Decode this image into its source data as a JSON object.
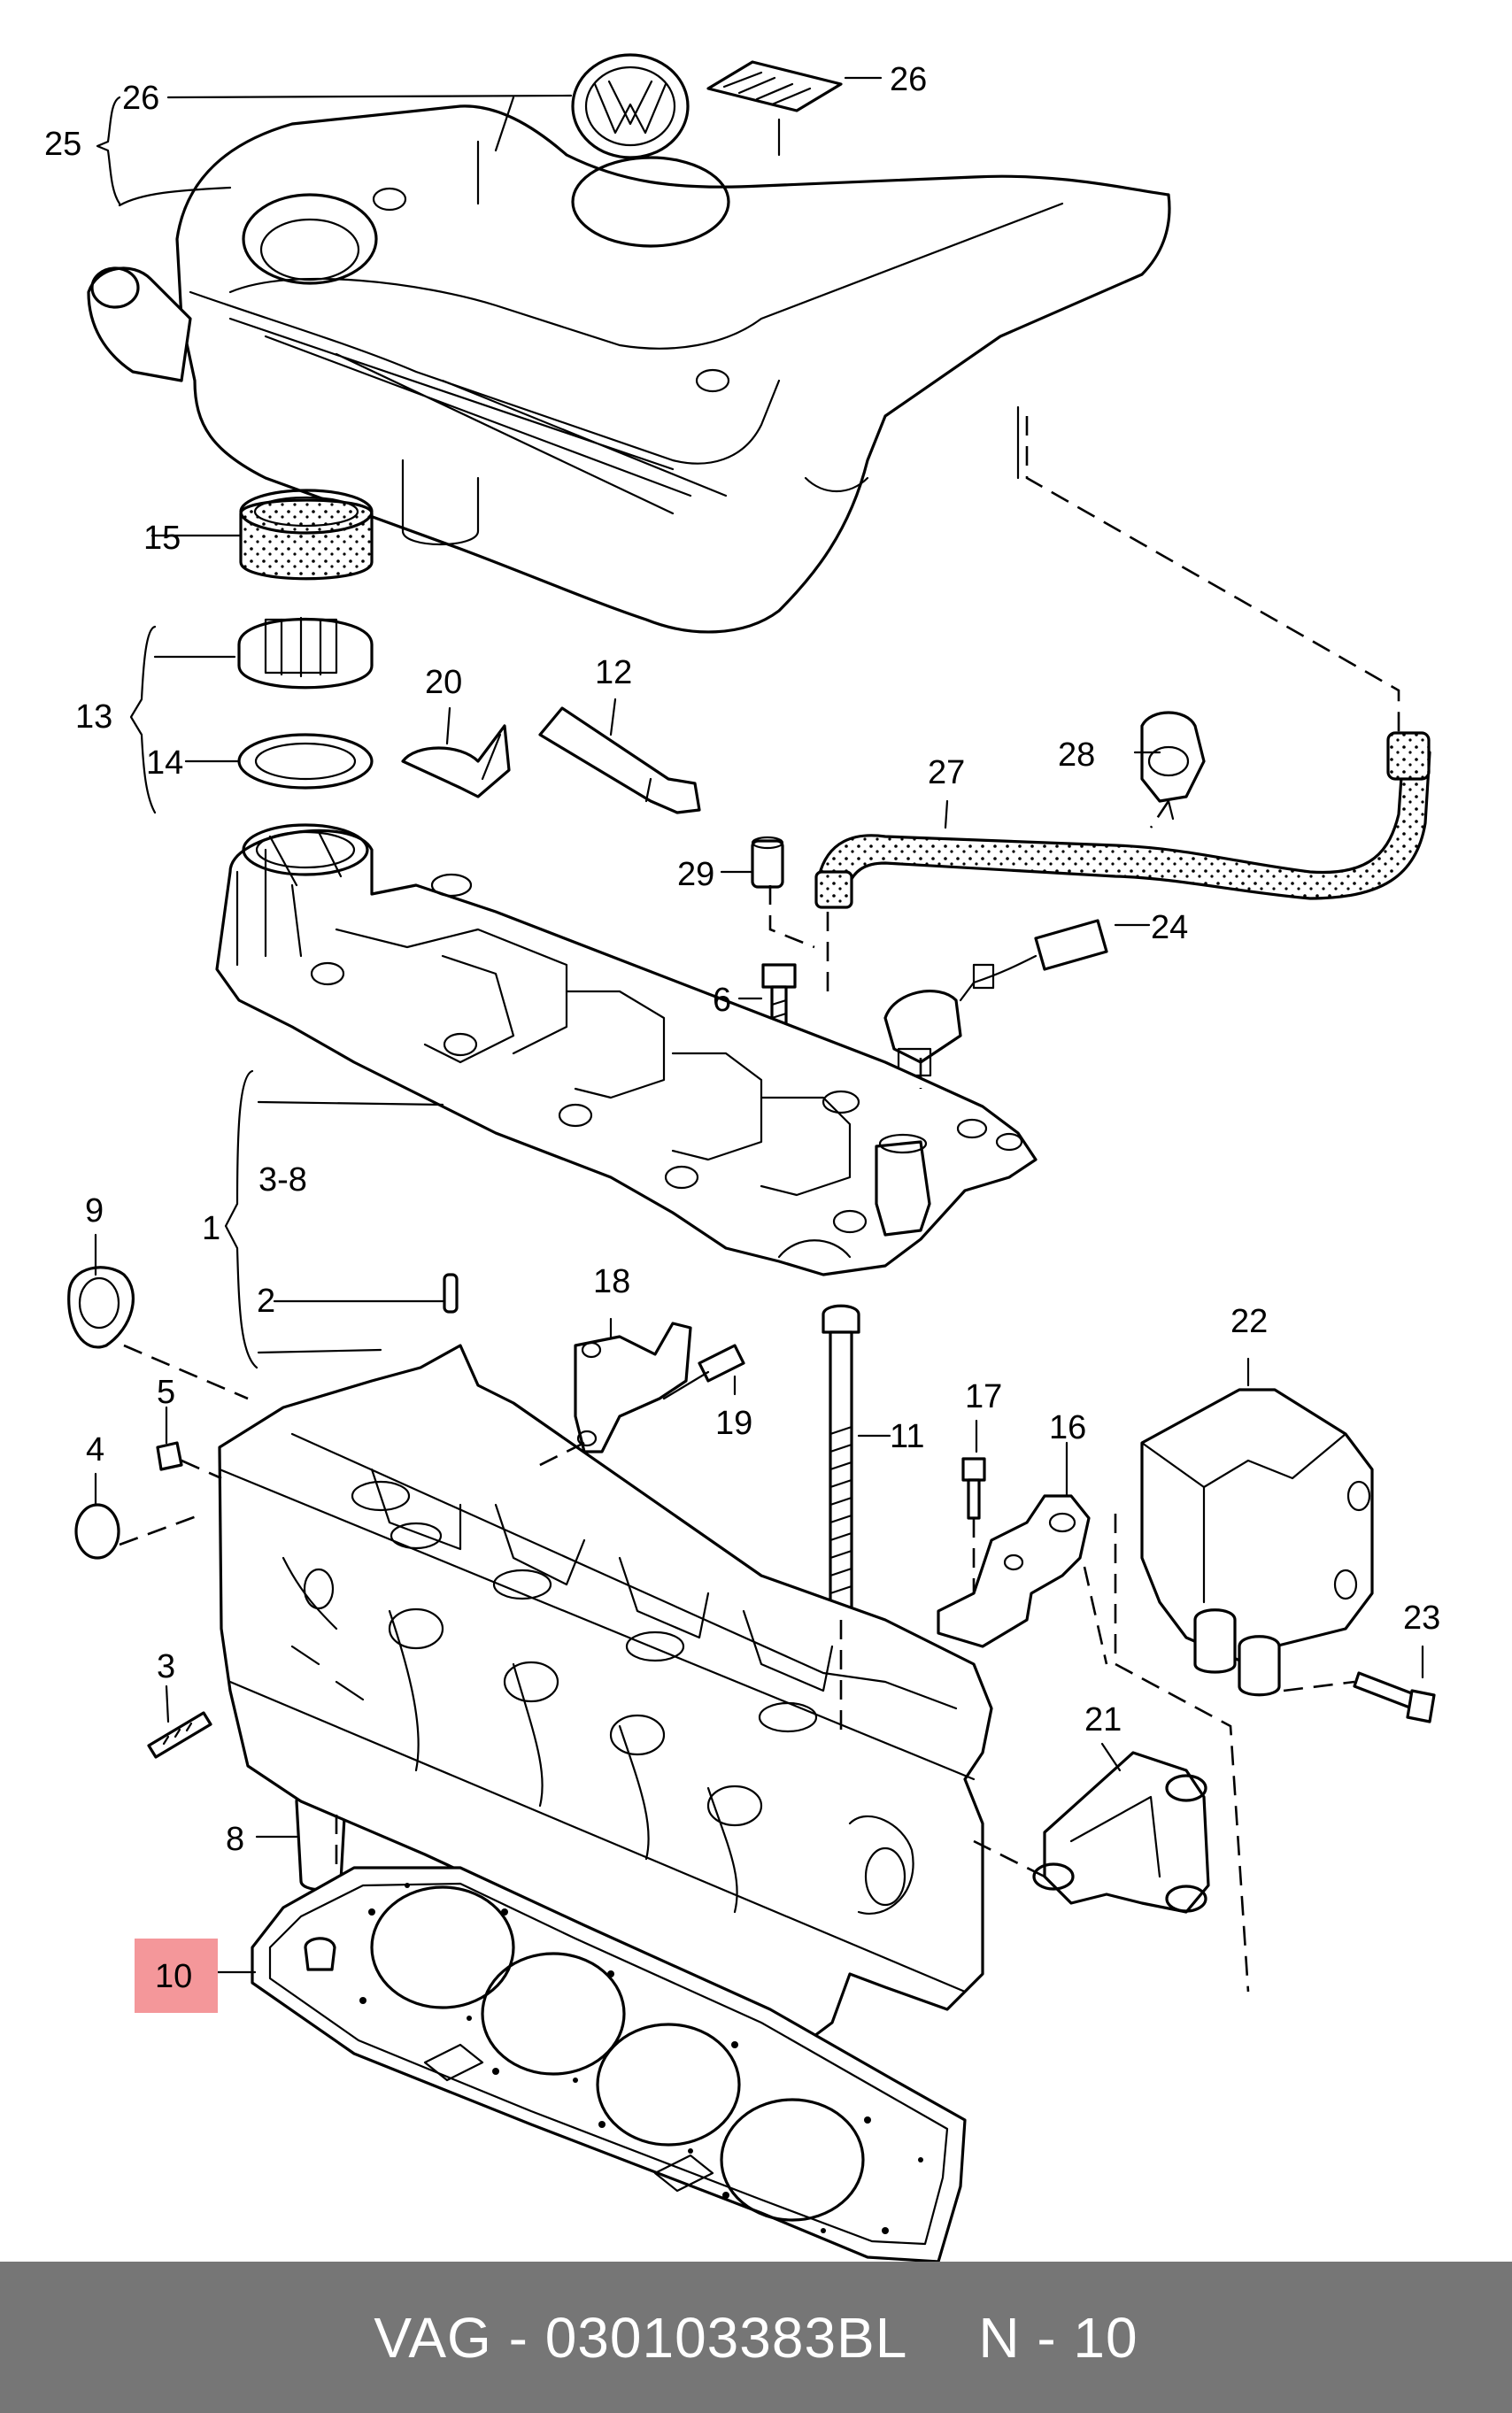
{
  "callouts": {
    "c1": "1",
    "c2": "2",
    "c3": "3",
    "c3_8": "3-8",
    "c4": "4",
    "c5": "5",
    "c6": "6",
    "c8": "8",
    "c9": "9",
    "c10": "10",
    "c11": "11",
    "c12": "12",
    "c13": "13",
    "c14": "14",
    "c15": "15",
    "c16": "16",
    "c17": "17",
    "c18": "18",
    "c19": "19",
    "c20": "20",
    "c21": "21",
    "c22": "22",
    "c23": "23",
    "c24": "24",
    "c25": "25",
    "c26a": "26",
    "c26b": "26",
    "c27": "27",
    "c28": "28",
    "c29": "29"
  },
  "highlight": {
    "part": "10",
    "color": "#f4979a"
  },
  "footer": {
    "part_number": "VAG - 030103383BL",
    "page": "N - 10",
    "background": "#767676"
  }
}
